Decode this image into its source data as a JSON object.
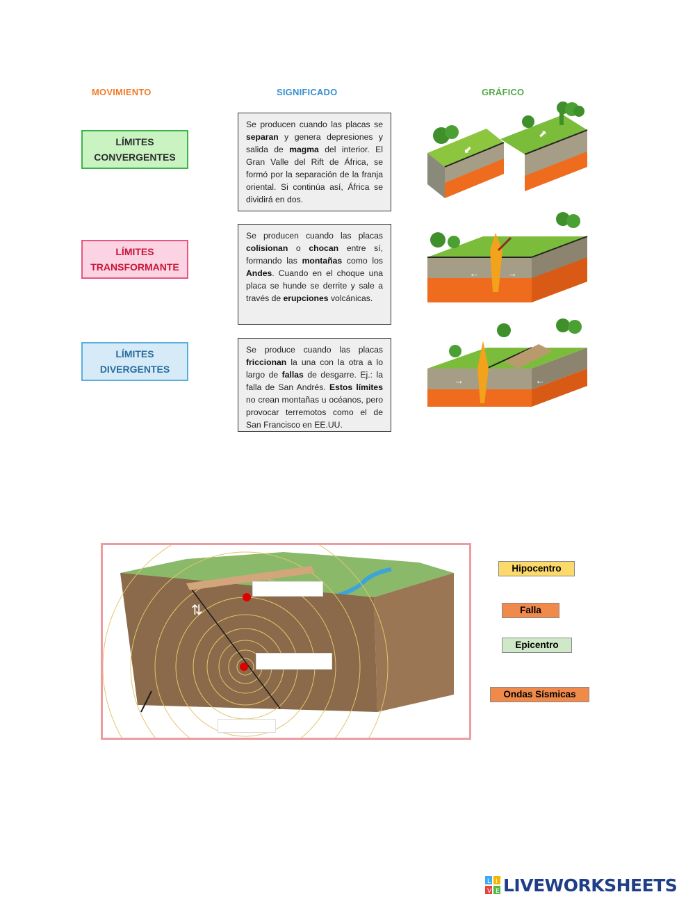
{
  "headers": {
    "movimiento": "MOVIMIENTO",
    "significado": "SIGNIFICADO",
    "grafico": "GRÁFICO"
  },
  "colors": {
    "movimiento": "#ef7d2a",
    "significado": "#3a8fd1",
    "grafico": "#52a84a"
  },
  "rows": [
    {
      "label_line1": "LÍMITES",
      "label_line2": "CONVERGENTES",
      "label_bg": "#c9f4c2",
      "label_border": "#3cb34a",
      "label_text": "#2d2d2d"
    },
    {
      "label_line1": "LÍMITES",
      "label_line2": "TRANSFORMANTE",
      "label_bg": "#fbd3e3",
      "label_border": "#e8557f",
      "label_text": "#c8133a"
    },
    {
      "label_line1": "LÍMITES",
      "label_line2": "DIVERGENTES",
      "label_bg": "#d6ebf7",
      "label_border": "#5aaedb",
      "label_text": "#2a6e9e"
    }
  ],
  "descriptions": {
    "d1": {
      "t1": "Se producen cuando las placas se ",
      "b1": "separan",
      "t2": " y genera depresiones y salida de ",
      "b2": "magma",
      "t3": " del interior. El Gran Valle del Rift de África, se formó por la separación de la franja oriental. Si continúa así, África se dividirá en dos."
    },
    "d2": {
      "t1": "Se producen cuando las placas ",
      "b1": "colisionan",
      "t2": " o ",
      "b2": "chocan",
      "t3": " entre sí, formando las ",
      "b3": "montañas",
      "t4": " como los ",
      "b4": "Andes",
      "t5": ". Cuando en el choque una placa se hunde se derrite y sale a través de ",
      "b5": "erupciones",
      "t6": " volcánicas."
    },
    "d3": {
      "t1": "Se produce cuando las placas ",
      "b1": "friccionan",
      "t2": " la una con la otra a lo largo de ",
      "b2": "fallas",
      "t3": " de desgarre. Ej.: la falla de San Andrés. ",
      "b3": "Estos límites",
      "t4": " no crean montañas u océanos, pero provocar terremotos como el de San Francisco en EE.UU."
    }
  },
  "drag_tags": [
    {
      "label": "Hipocentro",
      "bg": "#fbd96a"
    },
    {
      "label": "Falla",
      "bg": "#f08a4b"
    },
    {
      "label": "Epicentro",
      "bg": "#cfe8c8"
    },
    {
      "label": "Ondas Sísmicas",
      "bg": "#f08a4b"
    }
  ],
  "logo": {
    "badge_letters": [
      "L",
      "I",
      "V",
      "E"
    ],
    "text": "LIVEWORKSHEETS"
  }
}
